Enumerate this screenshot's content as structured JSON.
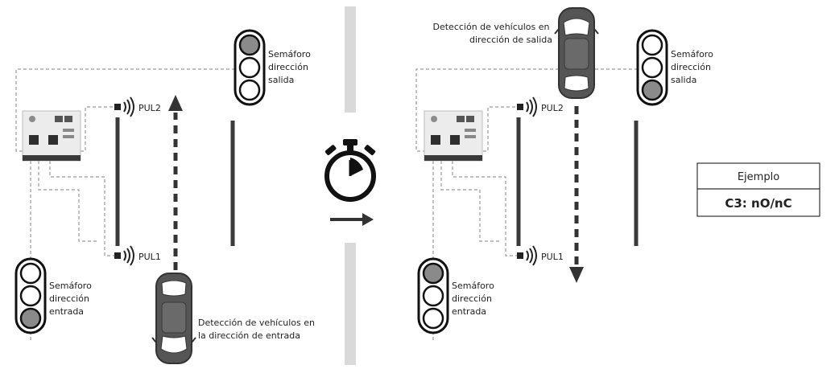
{
  "left_scene": {
    "exit_light": {
      "label_lines": [
        "Semáforo",
        "dirección",
        "salida"
      ]
    },
    "entry_light": {
      "label_lines": [
        "Semáforo",
        "dirección",
        "entrada"
      ]
    },
    "loop_top": "PUL2",
    "loop_bottom": "PUL1",
    "car_caption_lines": [
      "Detección de vehículos en",
      "la dirección de entrada"
    ]
  },
  "right_scene": {
    "car_caption_lines": [
      "Detección de vehículos en",
      "dirección de salida"
    ],
    "exit_light": {
      "label_lines": [
        "Semáforo",
        "dirección",
        "salida"
      ]
    },
    "entry_light": {
      "label_lines": [
        "Semáforo",
        "dirección",
        "entrada"
      ]
    },
    "loop_top": "PUL2",
    "loop_bottom": "PUL1"
  },
  "example": {
    "title": "Ejemplo",
    "value": "C3: nO/nC"
  },
  "icons": [
    "stopwatch-icon",
    "arrow-right-icon",
    "car-icon",
    "traffic-light-icon",
    "loop-sensor-icon",
    "controller-board-icon"
  ],
  "colors": {
    "ink": "#222222",
    "lamp_active": "#8a8a8a",
    "divider": "#d9d9d9",
    "wire": "#9a9a9a",
    "car_body": "#555555"
  }
}
